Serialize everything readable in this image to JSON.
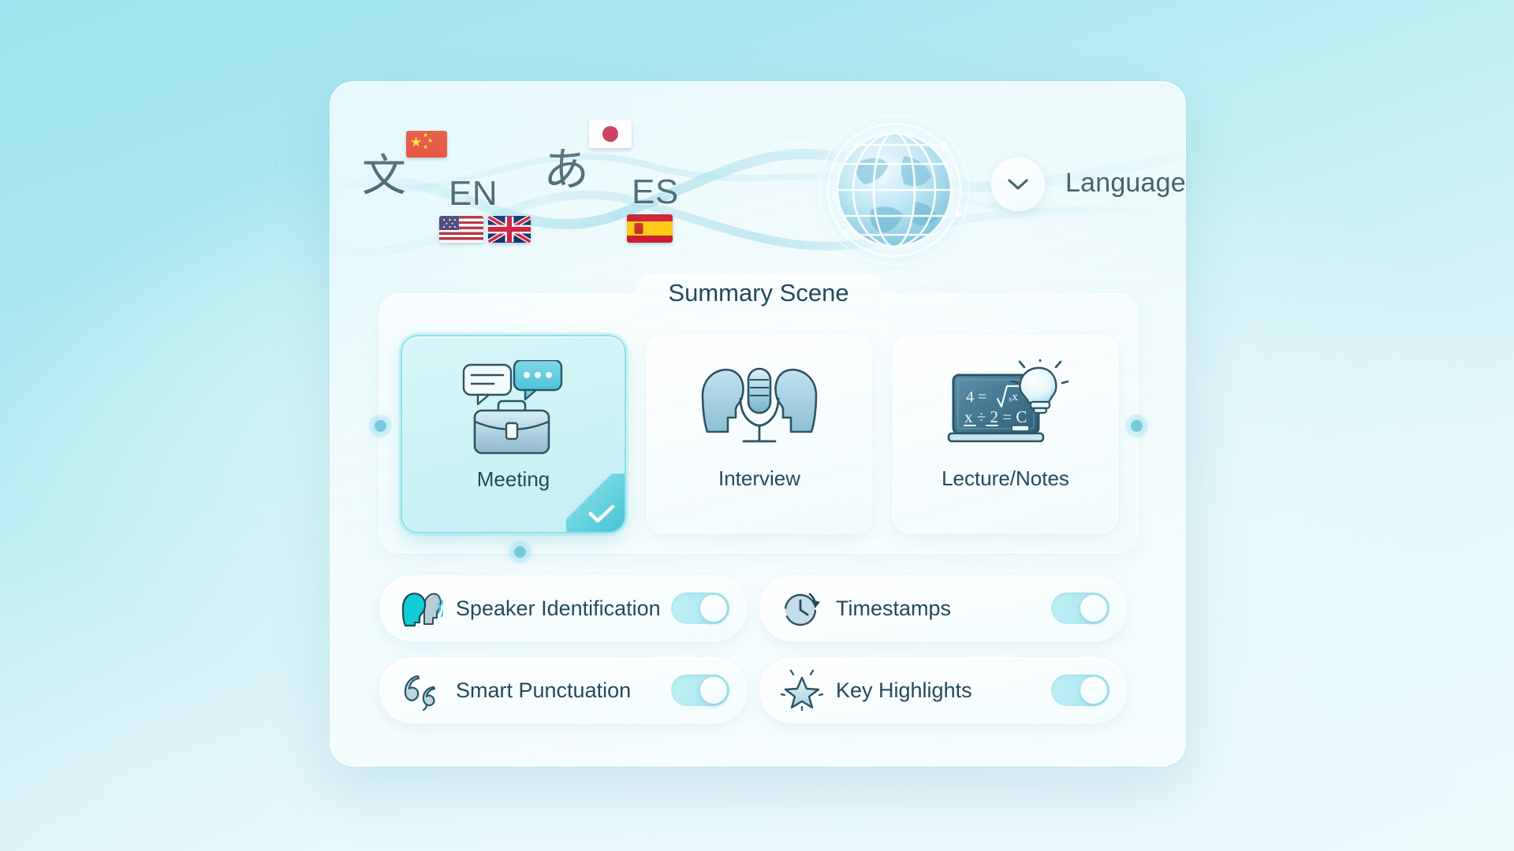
{
  "theme": {
    "background_start": "#9fe4ee",
    "background_end": "#eefbfd",
    "accent": "#46c4d6",
    "accent_light": "#8fe0e8",
    "text_dark": "#234a5a",
    "text_heading": "#1f4250",
    "panel_glass": "#f6fdfe"
  },
  "hero": {
    "language_label": "Language",
    "dropdown_icon": "chevron-down-icon",
    "globe_icon": "globe-icon",
    "language_tokens": [
      {
        "glyph": "文",
        "type": "glyph",
        "flag": "cn",
        "flag_name": "flag-china"
      },
      {
        "glyph": "EN",
        "type": "code",
        "flag": "us-uk",
        "flag_name": "flag-united-states-united-kingdom"
      },
      {
        "glyph": "あ",
        "type": "glyph",
        "flag": "jp",
        "flag_name": "flag-japan"
      },
      {
        "glyph": "ES",
        "type": "code",
        "flag": "es",
        "flag_name": "flag-spain"
      }
    ]
  },
  "summary_scene": {
    "title": "Summary Scene",
    "cards": [
      {
        "label": "Meeting",
        "icon": "briefcase-chat-icon",
        "selected": true,
        "check_icon": "check-icon"
      },
      {
        "label": "Interview",
        "icon": "microphone-two-heads-icon",
        "selected": false
      },
      {
        "label": "Lecture/Notes",
        "icon": "blackboard-lightbulb-icon",
        "selected": false
      }
    ],
    "blackboard_lines": [
      "4 = √ₓx",
      "x ÷ 2 = C"
    ]
  },
  "options": [
    {
      "label": "Speaker Identification",
      "icon": "speaker-heads-icon",
      "enabled": true,
      "state": "on"
    },
    {
      "label": "Timestamps",
      "icon": "clock-history-icon",
      "enabled": true,
      "state": "on"
    },
    {
      "label": "Smart Punctuation",
      "icon": "quotation-marks-icon",
      "enabled": true,
      "state": "on"
    },
    {
      "label": "Key Highlights",
      "icon": "sparkle-star-icon",
      "enabled": true,
      "state": "on"
    }
  ]
}
